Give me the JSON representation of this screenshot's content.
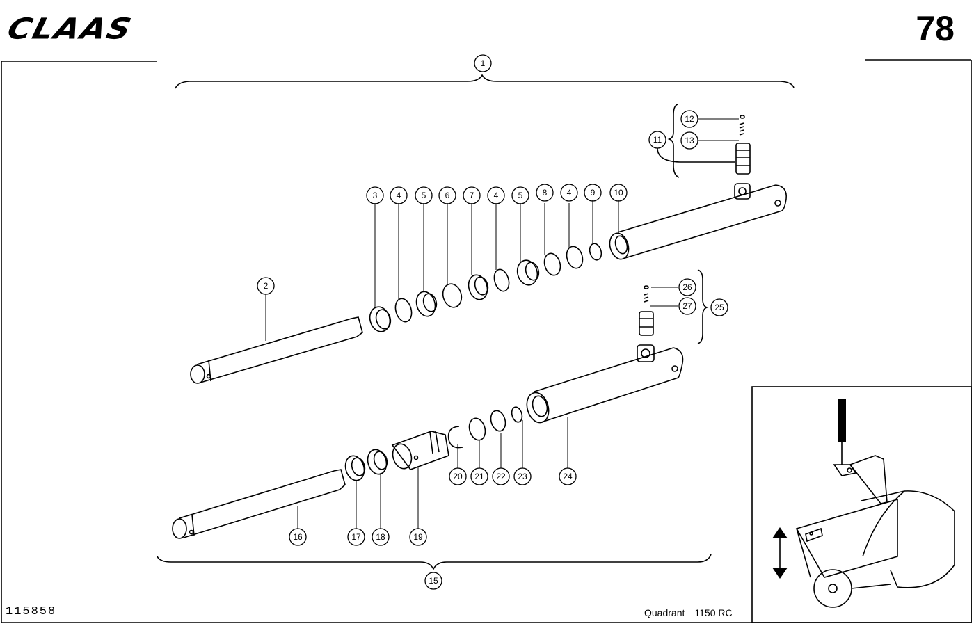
{
  "header": {
    "brand": "CLAAS",
    "page_number": "78"
  },
  "footer": {
    "document_number": "115858",
    "model_name": "Quadrant",
    "model_variant": "1150 RC"
  },
  "callouts": [
    "1",
    "2",
    "3",
    "4",
    "5",
    "6",
    "7",
    "4",
    "5",
    "8",
    "4",
    "9",
    "10",
    "11",
    "12",
    "13",
    "15",
    "16",
    "17",
    "18",
    "19",
    "20",
    "21",
    "22",
    "23",
    "24",
    "25",
    "26",
    "27"
  ]
}
